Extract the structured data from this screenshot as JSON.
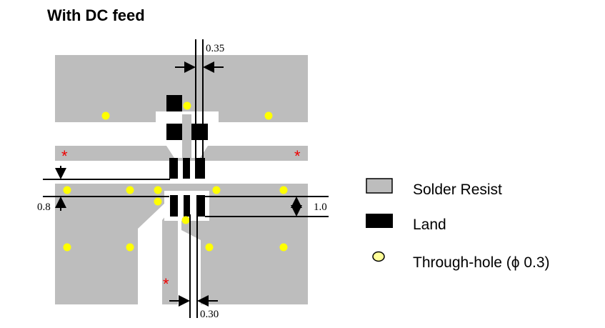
{
  "title": "With DC feed",
  "dimensions": {
    "top_gap": "0.35",
    "bottom_gap": "0.30",
    "left_gap": "0.8",
    "right_gap": "1.0"
  },
  "legend": {
    "solder_resist": "Solder Resist",
    "land": "Land",
    "through_hole": "Through-hole (ϕ 0.3)"
  },
  "markers": {
    "asterisk": "*"
  },
  "colors": {
    "solder_resist": "#bdbdbd",
    "land": "#000000",
    "through_hole": "#ffff00",
    "through_hole_legend": "#ffff99",
    "asterisk": "#e00000"
  }
}
